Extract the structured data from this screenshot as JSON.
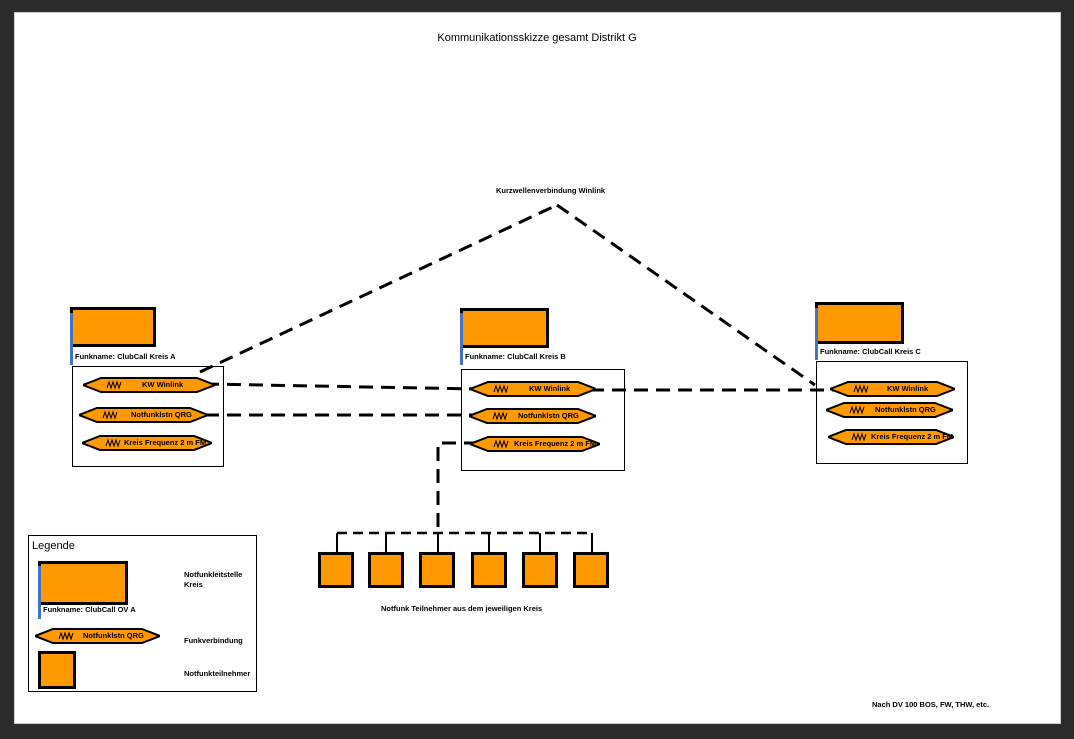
{
  "title": "Kommunikationsskizze gesamt Distrikt G",
  "hf_link_label": "Kurzwellenverbindung Winlink",
  "stations": [
    {
      "caption": "Funkname: ClubCall Kreis A"
    },
    {
      "caption": "Funkname: ClubCall Kreis B"
    },
    {
      "caption": "Funkname: ClubCall Kreis C"
    }
  ],
  "link_labels": {
    "winlink": "KW Winlink",
    "notfunk": "Notfunklstn QRG",
    "kreis": "Kreis Frequenz 2 m FM"
  },
  "participants_label": "Notfunk Teilnehmer aus dem jeweiligen Kreis",
  "legend": {
    "title": "Legende",
    "station_caption": "Funkname: ClubCall OV A",
    "station_desc": "Notfunkleitstelle Kreis",
    "link_label": "Notfunklstn QRG",
    "link_desc": "Funkverbindung",
    "participant_desc": "Notfunkteilnehmer"
  },
  "footer_note": "Nach DV 100 BOS, FW, THW, etc.",
  "colors": {
    "station_fill": "#ff9900",
    "accent": "#4472c4",
    "outline": "#000000"
  }
}
